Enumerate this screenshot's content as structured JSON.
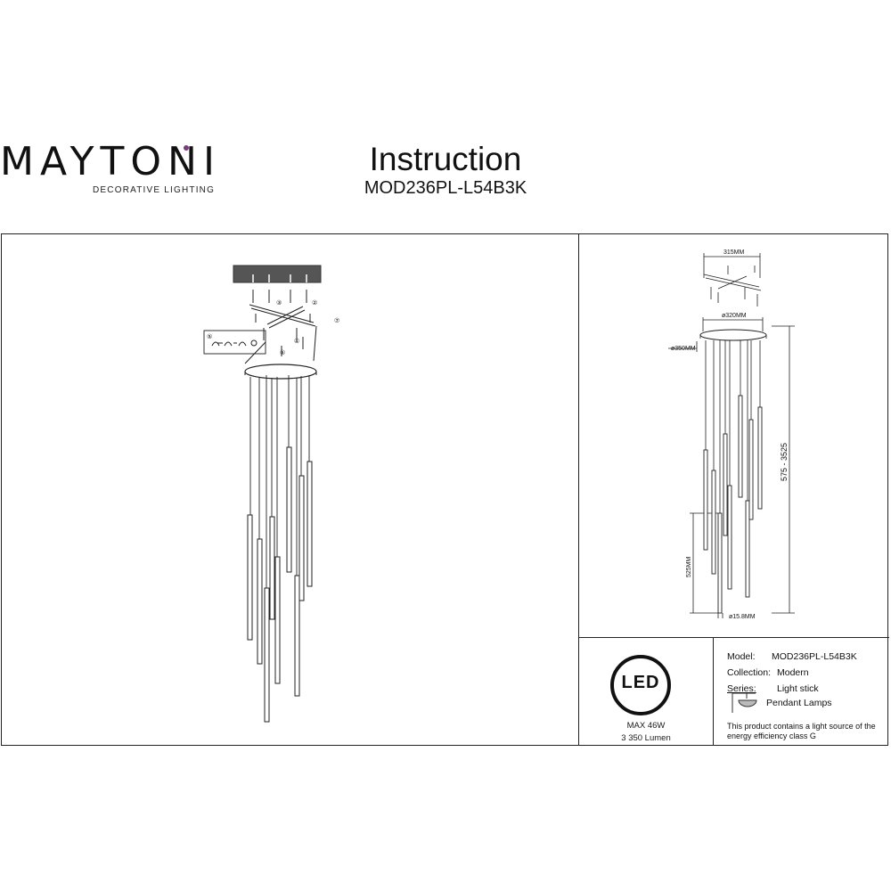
{
  "brand": {
    "name": "MAYTONI",
    "tagline": "DECORATIVE LIGHTING"
  },
  "header": {
    "title": "Instruction",
    "model": "MOD236PL-L54B3K"
  },
  "installation": {
    "steps": [
      "①",
      "②",
      "③",
      "④",
      "⑤",
      "⑥",
      "⑦"
    ]
  },
  "dimensions": {
    "plate_width": "315MM",
    "canopy_inner": "ø320MM",
    "canopy_outer": "ø350MM",
    "height_range": "575 - 3525",
    "stick_length": "525MM",
    "stick_diameter": "ø15.8MM"
  },
  "badge": {
    "label": "LED",
    "power": "MAX 46W",
    "lumen": "3 350 Lumen"
  },
  "info": {
    "model_label": "Model:",
    "model_value": "MOD236PL-L54B3K",
    "collection_label": "Collection:",
    "collection_value": "Modern",
    "series_label": "Series:",
    "series_value": "Light stick",
    "type_value": "Pendant Lamps",
    "energy_note": "This product contains a light source of the energy efficiency class G"
  },
  "colors": {
    "brand_dot": "#7a3b7a",
    "ceiling": "#555555",
    "line": "#222222"
  }
}
